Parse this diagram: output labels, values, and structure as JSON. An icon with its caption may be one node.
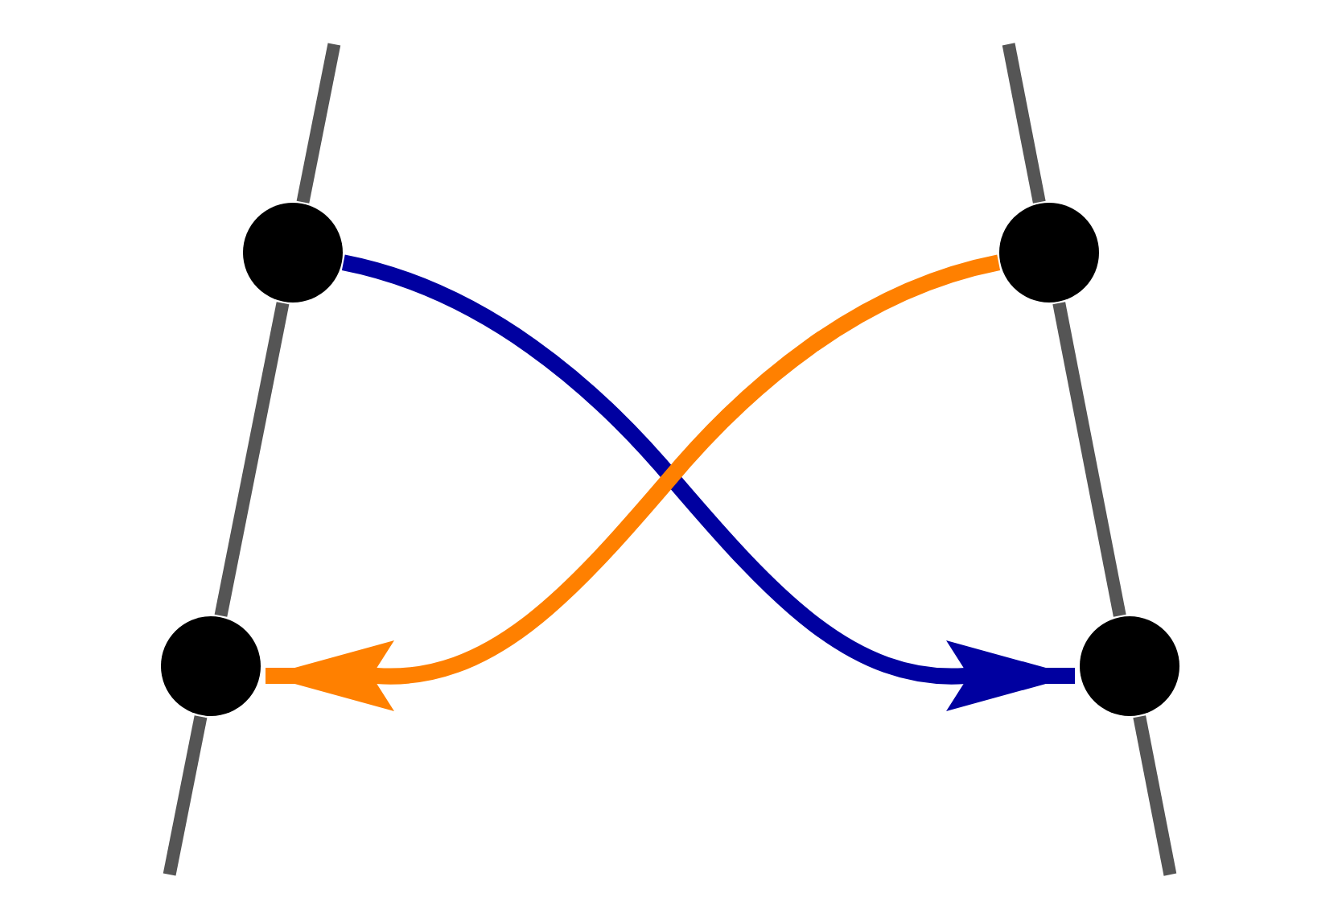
{
  "diagram": {
    "nodes": [
      {
        "text": [],
        "shape": "circle"
      },
      {
        "text": [],
        "shape": "circle"
      },
      {
        "text": [],
        "shape": "circle"
      },
      {
        "text": [],
        "shape": "circle"
      }
    ],
    "edges": [
      {
        "from": 0,
        "to": 1,
        "arrow": "none",
        "color": "#555555"
      },
      {
        "from": 2,
        "to": 3,
        "arrow": "none",
        "color": "#555555"
      },
      {
        "from": 0,
        "to": 3,
        "arrow": "to",
        "color": "#0000a0"
      },
      {
        "from": 2,
        "to": 1,
        "arrow": "to",
        "color": "#ff8000"
      }
    ]
  }
}
